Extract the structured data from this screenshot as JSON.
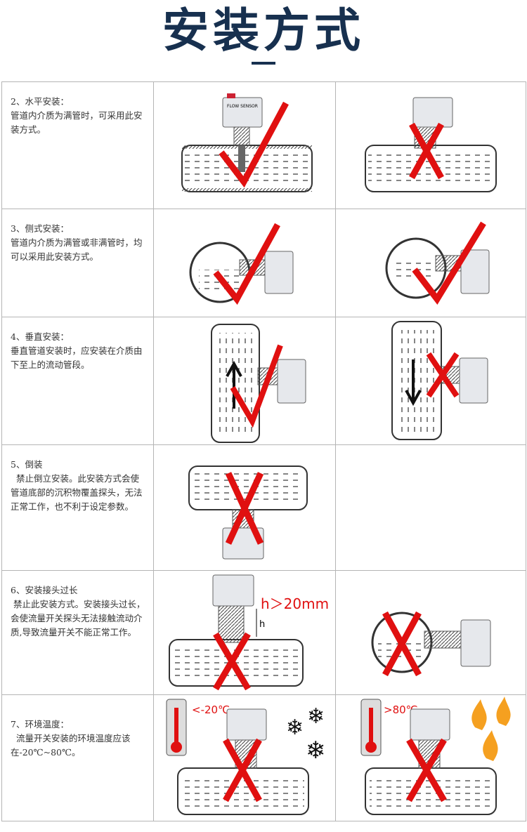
{
  "title": "安装方式",
  "rows": [
    {
      "heading": "2、水平安装：",
      "text": "管道内介质为满管时，可采用此安装方式。"
    },
    {
      "heading": "3、侧式安装：",
      "text": "管道内介质为满管或非满管时，均可以采用此安装方式。"
    },
    {
      "heading": "4、垂直安装：",
      "text": "垂直管道安装时，应安装在介质由下至上的流动管段。"
    },
    {
      "heading": "5、倒装",
      "text": "  禁止倒立安装。此安装方式会使管道底部的沉积物覆盖探头，无法正常工作，也不利于设定参数。"
    },
    {
      "heading": "6、安装接头过长",
      "text": " 禁止此安装方式。安装接头过长，会使流量开关探头无法接触流动介质,导致流量开关不能正常工作。"
    },
    {
      "heading": "7、环境温度：",
      "text": "  流量开关安装的环境温度应该在-20℃~80℃。"
    }
  ],
  "sensor_label": "FLOW SENSOR",
  "h_annotation": "h＞20mm",
  "h_mark": "h",
  "low_temp": "<-20℃",
  "high_temp": ">80℃",
  "colors": {
    "title": "#17304f",
    "mark": "#e01010",
    "border": "#b5b5b5"
  }
}
